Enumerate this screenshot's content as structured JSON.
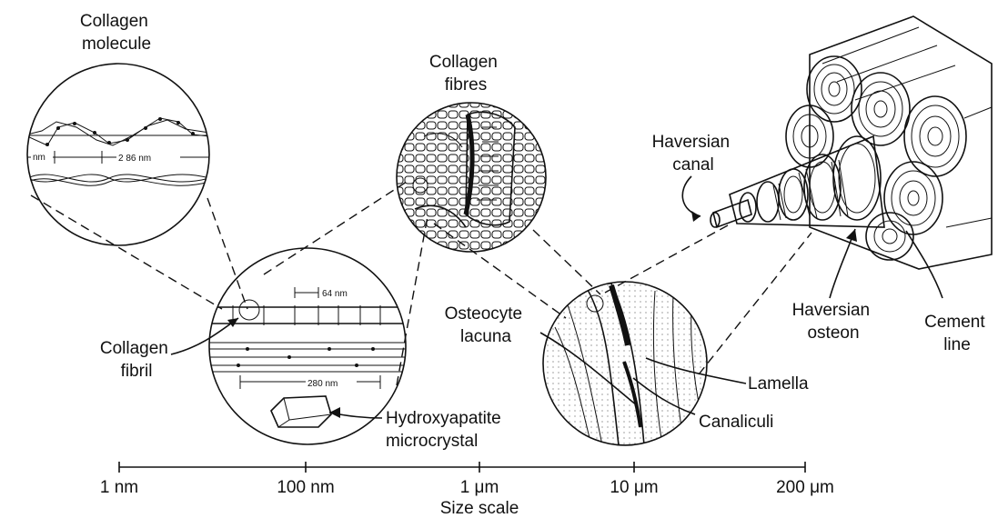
{
  "labels": {
    "collagen_molecule": [
      "Collagen",
      "molecule"
    ],
    "collagen_fibres": [
      "Collagen",
      "fibres"
    ],
    "haversian_canal": [
      "Haversian",
      "canal"
    ],
    "collagen_fibril": [
      "Collagen",
      "fibril"
    ],
    "hydroxyapatite": [
      "Hydroxyapatite",
      "microcrystal"
    ],
    "osteocyte_lacuna": [
      "Osteocyte",
      "lacuna"
    ],
    "lamella": "Lamella",
    "canaliculi": "Canaliculi",
    "haversian_osteon": [
      "Haversian",
      "osteon"
    ],
    "cement_line": [
      "Cement",
      "line"
    ]
  },
  "molecule_dims": {
    "small": "nm",
    "period": "2 86 nm"
  },
  "fibril_dims": {
    "band": "64 nm",
    "length": "280 nm"
  },
  "scale": {
    "ticks": [
      "1 nm",
      "100 nm",
      "1 μm",
      "10 μm",
      "200 μm"
    ],
    "title": "Size scale"
  }
}
